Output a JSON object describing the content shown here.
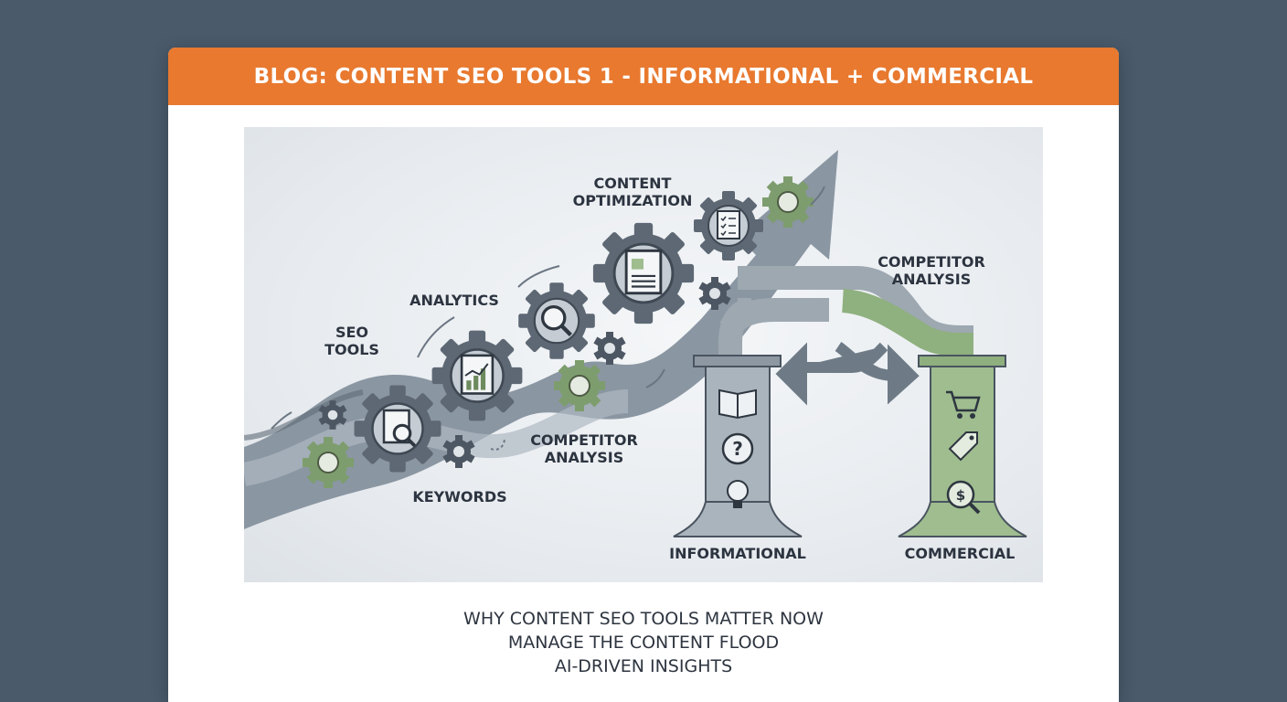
{
  "header": {
    "title": "BLOG: CONTENT SEO TOOLS 1 - INFORMATIONAL + COMMERCIAL"
  },
  "diagram": {
    "labels": {
      "seo_tools_1": "SEO",
      "seo_tools_2": "TOOLS",
      "analytics": "ANALYTICS",
      "content_opt_1": "CONTENT",
      "content_opt_2": "OPTIMIZATION",
      "competitor_mid_1": "COMPETITOR",
      "competitor_mid_2": "ANALYSIS",
      "competitor_right_1": "COMPETITOR",
      "competitor_right_2": "ANALYSIS",
      "keywords": "KEYWORDS",
      "informational": "INFORMATIONAL",
      "commercial": "COMMERCIAL"
    },
    "icons": [
      "gear-icon",
      "document-search-icon",
      "chart-document-icon",
      "magnifier-icon",
      "document-icon",
      "checklist-icon",
      "book-icon",
      "question-icon",
      "lightbulb-icon",
      "cart-icon",
      "price-tag-icon",
      "dollar-search-icon"
    ],
    "colors": {
      "gray": "#7e8a96",
      "dark": "#46505c",
      "green": "#88a878",
      "orange": "#e8792f"
    }
  },
  "footer": {
    "lines": [
      "WHY CONTENT SEO TOOLS MATTER NOW",
      "MANAGE THE CONTENT FLOOD",
      "AI-DRIVEN INSIGHTS"
    ]
  }
}
